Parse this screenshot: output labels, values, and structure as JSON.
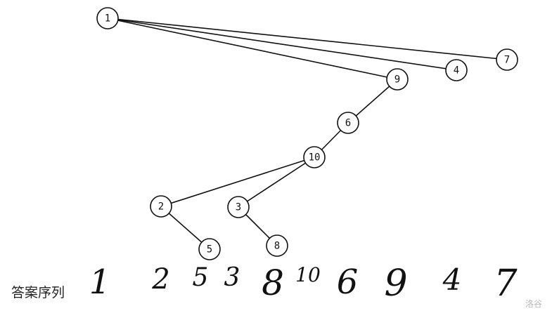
{
  "tree": {
    "nodes": [
      {
        "id": "1",
        "label": "1"
      },
      {
        "id": "7",
        "label": "7"
      },
      {
        "id": "4",
        "label": "4"
      },
      {
        "id": "9",
        "label": "9"
      },
      {
        "id": "6",
        "label": "6"
      },
      {
        "id": "10",
        "label": "10"
      },
      {
        "id": "2",
        "label": "2"
      },
      {
        "id": "3",
        "label": "3"
      },
      {
        "id": "5",
        "label": "5"
      },
      {
        "id": "8",
        "label": "8"
      }
    ],
    "edges": [
      [
        "1",
        "7"
      ],
      [
        "1",
        "4"
      ],
      [
        "1",
        "9"
      ],
      [
        "9",
        "6"
      ],
      [
        "6",
        "10"
      ],
      [
        "10",
        "2"
      ],
      [
        "10",
        "3"
      ],
      [
        "2",
        "5"
      ],
      [
        "3",
        "8"
      ]
    ]
  },
  "answer": {
    "title": "答案序列",
    "sequence": [
      "1",
      "2",
      "5",
      "3",
      "8",
      "10",
      "6",
      "9",
      "4",
      "7"
    ]
  },
  "watermark": "洛谷"
}
